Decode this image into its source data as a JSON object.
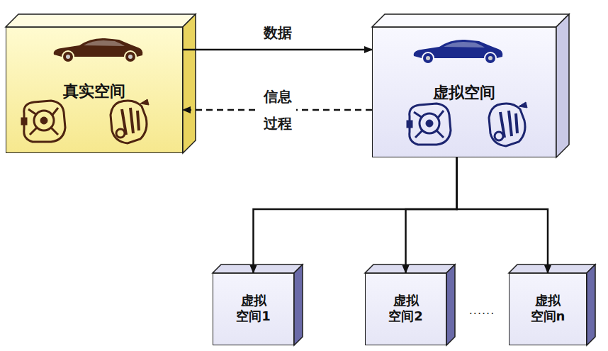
{
  "diagram": {
    "nodes": [
      {
        "text": [
          "真实空间"
        ]
      },
      {
        "text": [
          "虚拟空间"
        ]
      },
      {
        "text": [
          "虚拟 空间1"
        ]
      },
      {
        "text": [
          "虚拟 空间2"
        ]
      },
      {
        "text": [
          "虚拟 空间n"
        ]
      }
    ],
    "edges": [
      {
        "from": 0,
        "to": 1,
        "label": "数据",
        "arrow": "to"
      },
      {
        "from": 1,
        "to": 0,
        "label": "信息 过程",
        "arrow": "to"
      },
      {
        "from": 1,
        "to": 2,
        "arrow": "to"
      },
      {
        "from": 1,
        "to": 3,
        "arrow": "to"
      },
      {
        "from": 1,
        "to": 4,
        "arrow": "to"
      }
    ],
    "labels": [
      "......"
    ]
  }
}
